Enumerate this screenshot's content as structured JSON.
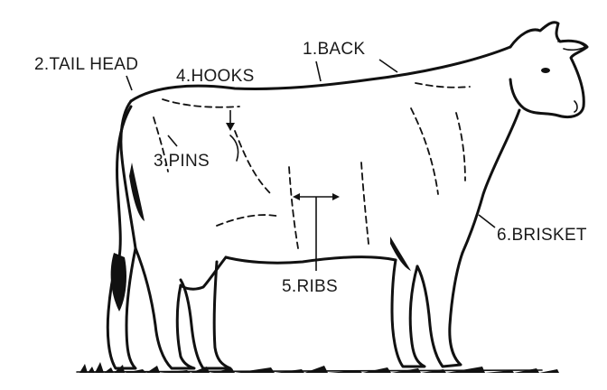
{
  "labels": {
    "back": "1.BACK",
    "tail_head": "2.TAIL HEAD",
    "pins": "3.PINS",
    "hooks": "4.HOOKS",
    "ribs": "5.RIBS",
    "brisket": "6.BRISKET"
  },
  "colors": {
    "ink": "#111111",
    "background": "#ffffff"
  }
}
